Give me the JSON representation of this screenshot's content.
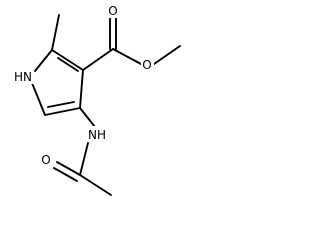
{
  "molecule": {
    "atoms": {
      "ring_nh": "HN",
      "ester_carbonyl_o": "O",
      "ester_ether_o": "O",
      "amide_nh": "NH",
      "amide_carbonyl_o": "O"
    }
  }
}
